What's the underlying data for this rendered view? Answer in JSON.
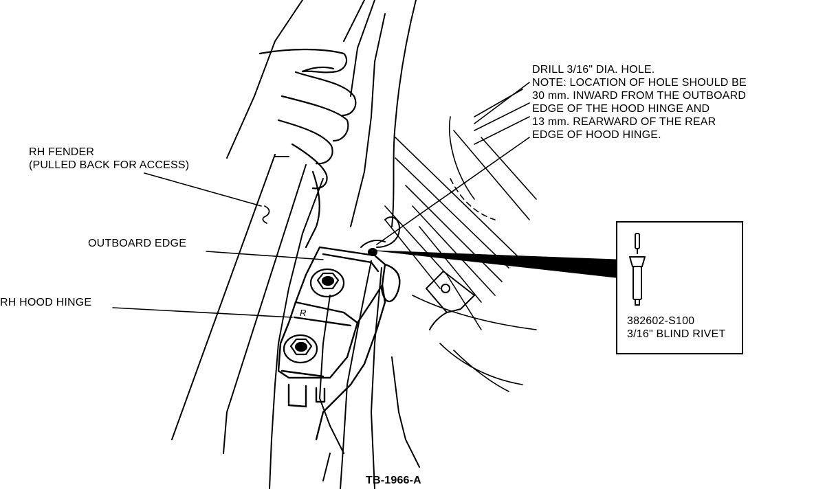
{
  "figure_id": "TB-1966-A",
  "callouts": {
    "drill_note": [
      "DRILL 3/16\" DIA. HOLE.",
      "NOTE: LOCATION OF HOLE SHOULD BE",
      "30 mm. INWARD FROM THE OUTBOARD",
      "EDGE OF THE HOOD HINGE AND",
      "13 mm. REARWARD OF THE REAR",
      "EDGE OF HOOD HINGE."
    ],
    "rh_fender": [
      "RH FENDER",
      "(PULLED BACK FOR ACCESS)"
    ],
    "outboard_edge": "OUTBOARD EDGE",
    "rh_hood_hinge": "RH HOOD HINGE",
    "hinge_stamp": "R"
  },
  "rivet_detail": {
    "part_number": "382602-S100",
    "description": "3/16\" BLIND RIVET"
  }
}
